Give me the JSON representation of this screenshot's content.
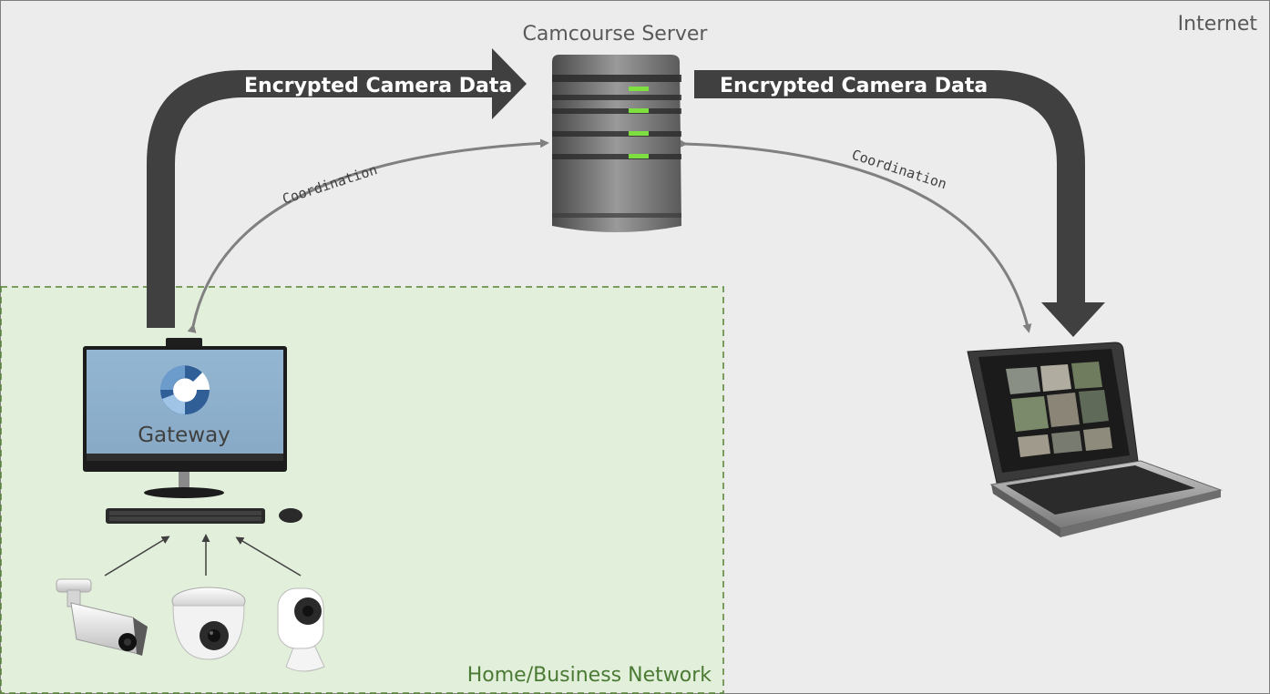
{
  "zones": {
    "internet_label": "Internet",
    "network_label": "Home/Business Network"
  },
  "server": {
    "label": "Camcourse Server"
  },
  "flows": {
    "upload_label": "Encrypted Camera Data",
    "download_label": "Encrypted Camera Data",
    "coordination_left_label": "Coordination",
    "coordination_right_label": "Coordination"
  },
  "gateway": {
    "label": "Gateway"
  },
  "colors": {
    "background": "#ececec",
    "network_fill": "#e2efda",
    "network_border": "#548235",
    "network_text": "#4a7a34",
    "flow_arrow": "#404040",
    "coordination_arrow": "#808080",
    "server_led": "#7ee040"
  },
  "icons": {
    "server": "server-rack-icon",
    "monitor": "monitor-icon",
    "logo": "gateway-logo-icon",
    "keyboard": "keyboard-icon",
    "mouse": "mouse-icon",
    "bullet_camera": "bullet-camera-icon",
    "dome_camera": "dome-camera-icon",
    "indoor_camera": "indoor-camera-icon",
    "laptop": "laptop-icon"
  }
}
